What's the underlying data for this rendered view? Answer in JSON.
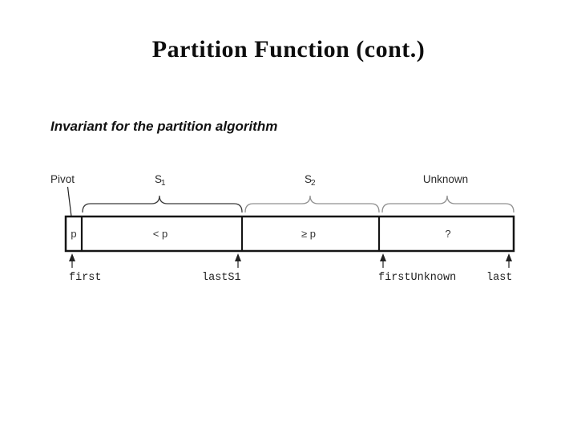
{
  "slide": {
    "title": "Partition Function (cont.)",
    "subtitle": "Invariant for the partition algorithm"
  },
  "diagram": {
    "pivot_label": "Pivot",
    "region_labels": [
      {
        "name": "S",
        "sub": "1"
      },
      {
        "name": "S",
        "sub": "2"
      },
      {
        "name": "Unknown",
        "sub": ""
      }
    ],
    "cells": [
      {
        "text": "p"
      },
      {
        "text": "< p"
      },
      {
        "text": "≥ p"
      },
      {
        "text": "?"
      }
    ],
    "pointers": [
      {
        "label": "first"
      },
      {
        "label": "lastS1"
      },
      {
        "label": "firstUnknown"
      },
      {
        "label": "last"
      }
    ]
  },
  "colors": {
    "background": "#ffffff",
    "title_text": "#0d0d0d",
    "box_border": "#151515",
    "brace_dark": "#3a3a3a",
    "brace_light": "#909090",
    "arrow": "#222222"
  }
}
